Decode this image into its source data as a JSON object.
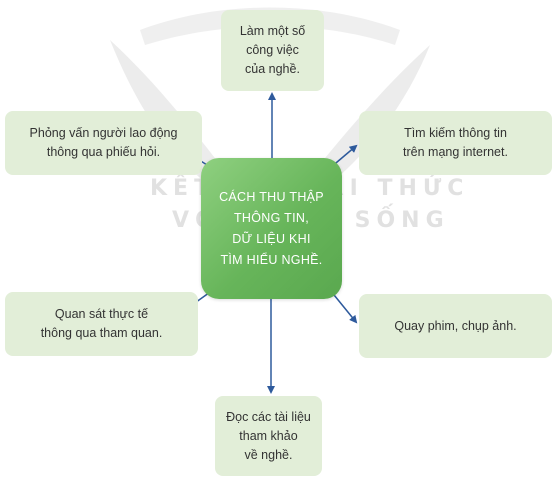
{
  "center": {
    "label": "CÁCH THU THẬP\nTHÔNG TIN,\nDỮ LIỆU KHI\nTÌM HIỂU NGHỀ."
  },
  "nodes": {
    "top": "Làm một số\ncông việc\ncủa nghề.",
    "top_left": "Phỏng vấn người lao động\nthông qua phiếu hỏi.",
    "top_right": "Tìm kiếm thông tin\ntrên mạng internet.",
    "bottom_left": "Quan sát thực tế\nthông qua tham quan.",
    "bottom_right": "Quay phim, chụp ảnh.",
    "bottom": "Đọc các tài liệu\ntham khảo\nvề nghề."
  },
  "watermark": {
    "line1": "KẾT NỐI TRI THỨC",
    "line2": "VỚI CUỘC SỐNG"
  },
  "colors": {
    "node_fill": "#e2eed8",
    "center_fill": "#67b55a",
    "arrow": "#2e5a9c",
    "text": "#333333"
  }
}
